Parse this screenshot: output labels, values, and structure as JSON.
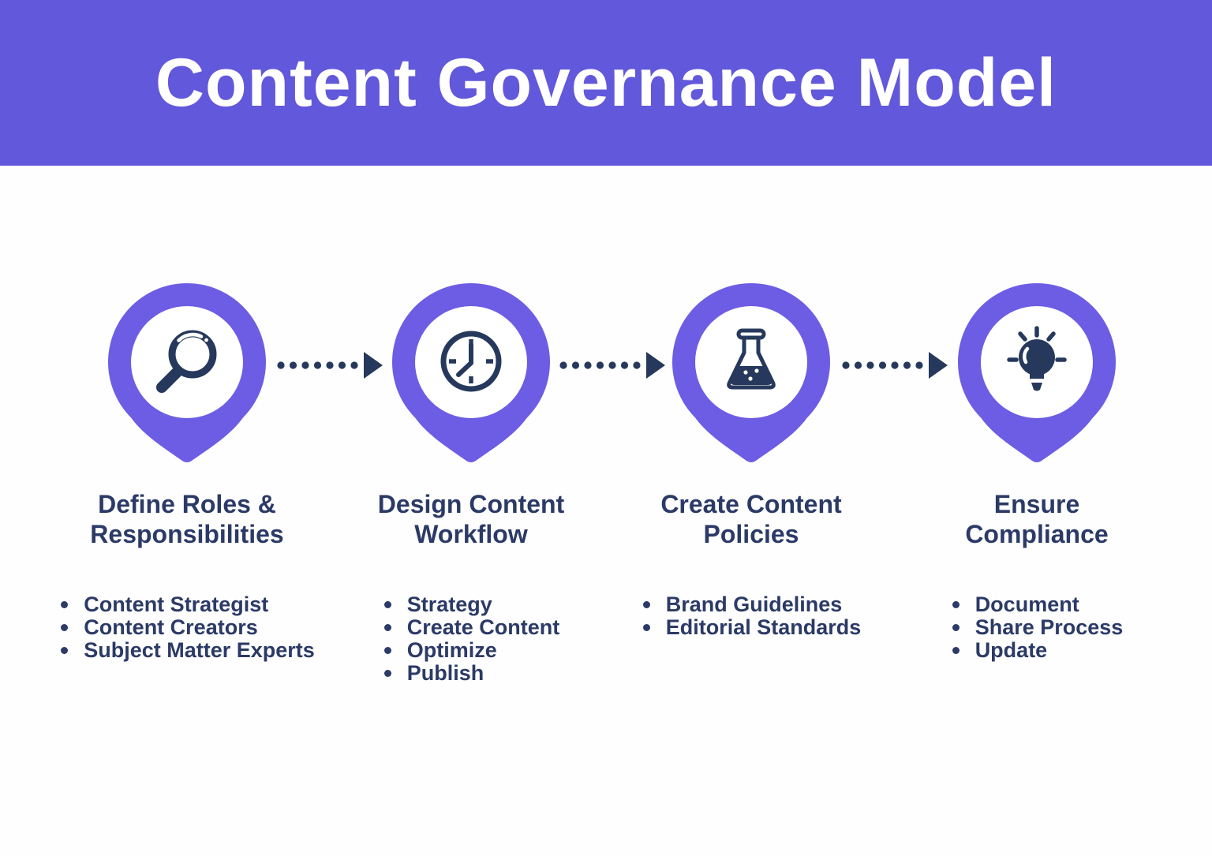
{
  "header": {
    "title": "Content Governance Model"
  },
  "colors": {
    "banner_bg": "#6158DB",
    "pin_purple": "#6C5DE4",
    "pin_hole": "#FFFFFF",
    "icon_navy": "#26395C",
    "text_navy": "#2B3A66",
    "title_text": "#FFFFFF",
    "page_bg": "#FEFEFE"
  },
  "connector": {
    "style": "dotted-arrow-right",
    "dot_count": 7
  },
  "steps": [
    {
      "icon": "magnifier-icon",
      "title_line1": "Define Roles &",
      "title_line2": "Responsibilities",
      "bullets": [
        "Content Strategist",
        "Content Creators",
        "Subject Matter Experts"
      ]
    },
    {
      "icon": "clock-icon",
      "title_line1": "Design Content",
      "title_line2": "Workflow",
      "bullets": [
        "Strategy",
        "Create Content",
        "Optimize",
        "Publish"
      ]
    },
    {
      "icon": "flask-icon",
      "title_line1": "Create Content",
      "title_line2": "Policies",
      "bullets": [
        "Brand Guidelines",
        "Editorial Standards"
      ]
    },
    {
      "icon": "lightbulb-icon",
      "title_line1": "Ensure",
      "title_line2": "Compliance",
      "bullets": [
        "Document",
        "Share Process",
        "Update"
      ]
    }
  ]
}
